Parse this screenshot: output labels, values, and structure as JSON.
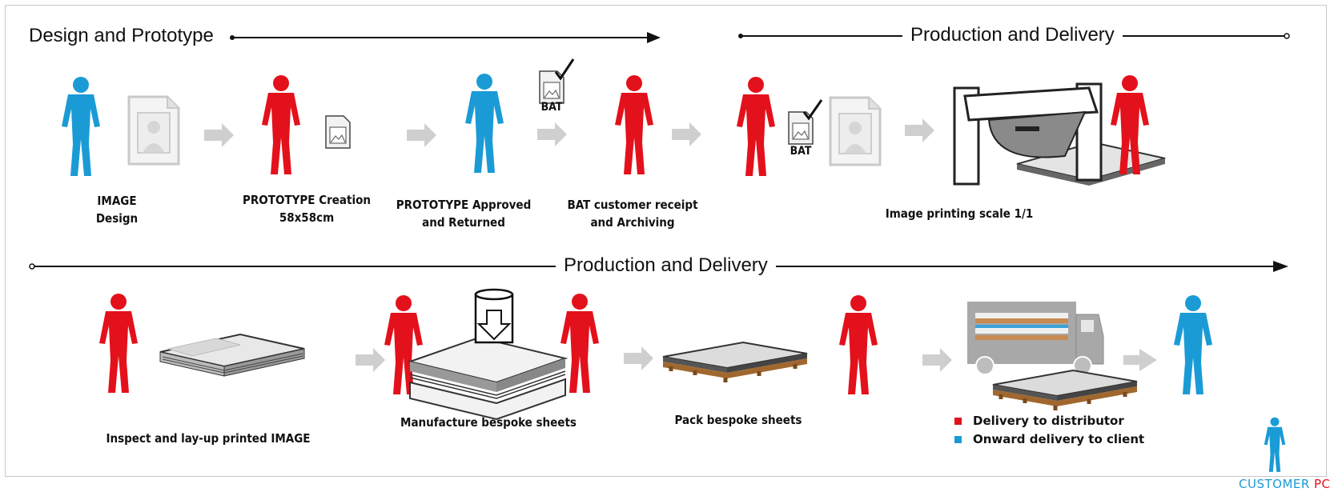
{
  "colors": {
    "designer": "#1a9bd6",
    "producer": "#e3111b",
    "arrow": "#cfcfcf",
    "line": "#111111"
  },
  "sections": {
    "top_left": "Design and Prototype",
    "top_right": "Production and Delivery",
    "bottom": "Production and Delivery"
  },
  "bat_label": "BAT",
  "steps": {
    "image_design": [
      "IMAGE",
      "Design"
    ],
    "prototype_creation": [
      "PROTOTYPE Creation",
      "58x58cm"
    ],
    "prototype_approved": [
      "PROTOTYPE Approved",
      "and Returned"
    ],
    "bat_receipt": [
      "BAT customer receipt",
      "and Archiving"
    ],
    "image_printing": "Image printing scale 1/1",
    "inspect": "Inspect and lay-up printed IMAGE",
    "manufacture": "Manufacture bespoke sheets",
    "pack": "Pack bespoke sheets"
  },
  "legend": {
    "red": "Delivery to distributor",
    "blue": "Onward delivery to client"
  },
  "footer": {
    "customer": "CUSTOMER",
    "po": "PC"
  }
}
